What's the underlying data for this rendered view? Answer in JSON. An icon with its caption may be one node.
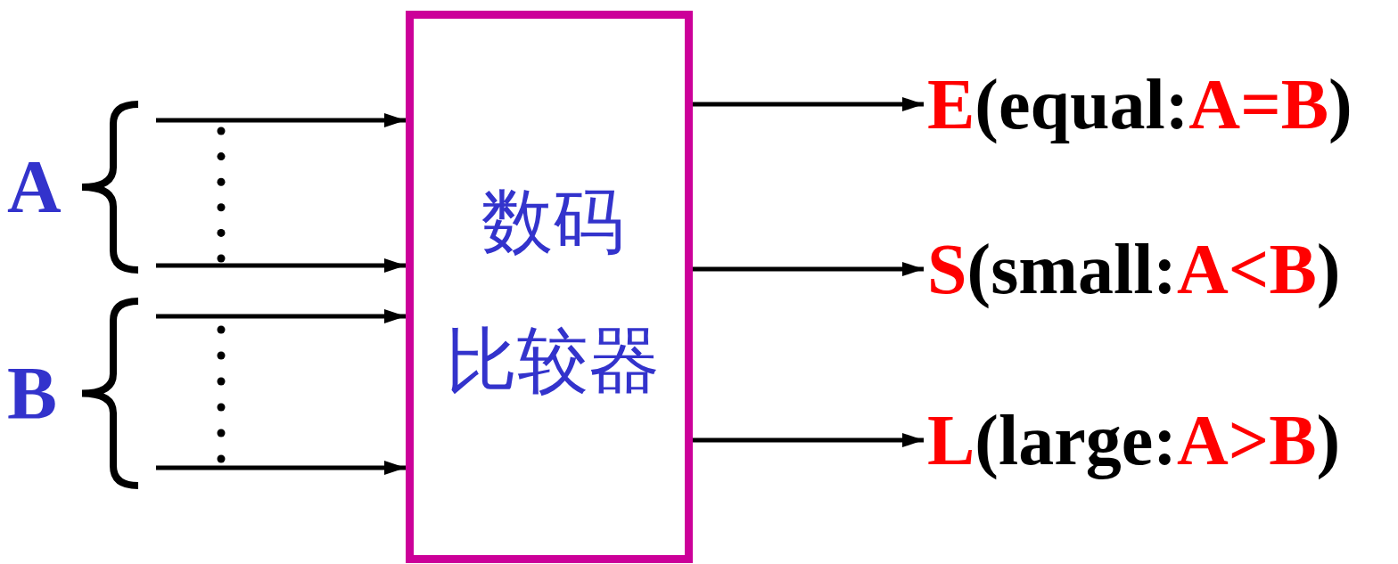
{
  "diagram": {
    "nodes": [
      {
        "text": [
          "A"
        ]
      },
      {
        "text": [
          "B"
        ]
      },
      {
        "text": [
          "数码比较器"
        ]
      },
      {
        "text": [
          "**E**(equal:**A=B**)"
        ]
      },
      {
        "text": [
          "**S**(small:**A<B**)"
        ]
      },
      {
        "text": [
          "**L**(large:**A>B**)"
        ]
      }
    ],
    "edges": [
      {
        "from": 0,
        "to": 2,
        "arrow": "to"
      },
      {
        "from": 0,
        "to": 2,
        "arrow": "to"
      },
      {
        "from": 1,
        "to": 2,
        "arrow": "to"
      },
      {
        "from": 1,
        "to": 2,
        "arrow": "to"
      },
      {
        "from": 2,
        "to": 3,
        "arrow": "to"
      },
      {
        "from": 2,
        "to": 4,
        "arrow": "to"
      },
      {
        "from": 2,
        "to": 5,
        "arrow": "to"
      }
    ]
  }
}
